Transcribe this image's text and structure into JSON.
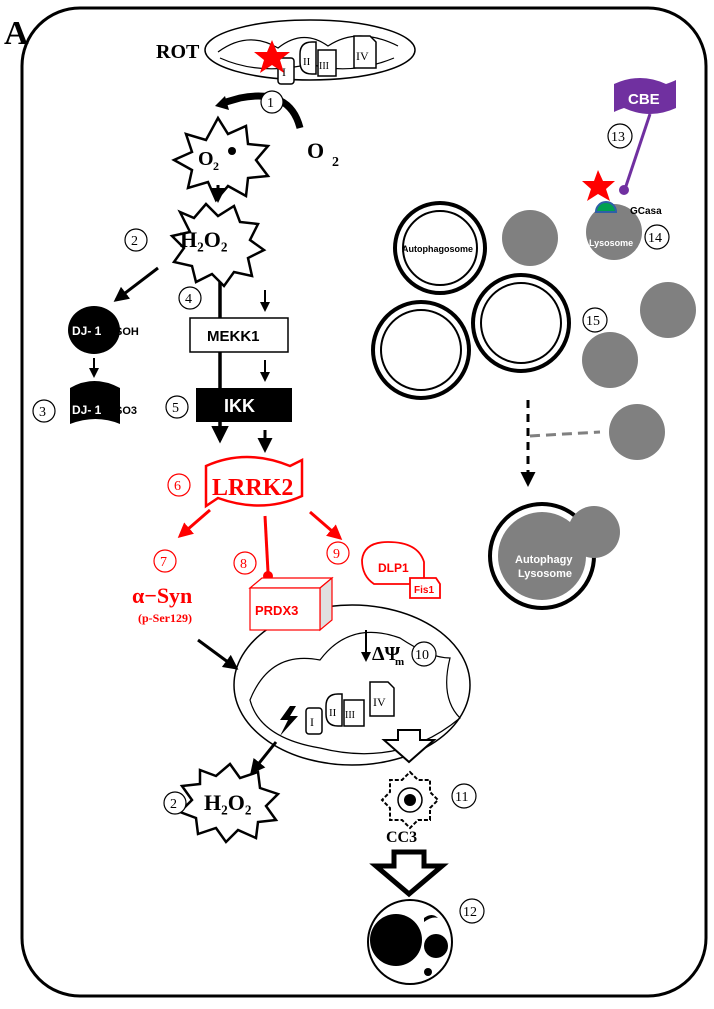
{
  "panel_letter": "A",
  "labels": {
    "rot": "ROT",
    "o2_left": "O",
    "o2_left_sub": "2",
    "o2": "O",
    "o2_sub": "2",
    "h2o2": "H₂O₂",
    "mekk1": "MEKK1",
    "ikk": "IKK",
    "lrrk2": "LRRK2",
    "dj1": "DJ- 1",
    "soh": "SOH",
    "so3": "SO3",
    "asyn": "α−Syn",
    "pser": "(p-Ser129)",
    "prdx3": "PRDX3",
    "dlp1": "DLP1",
    "fis1": "Fis1",
    "delta_psi": "ΔΨ",
    "delta_psi_sub": "m",
    "cc3": "CC3",
    "cbe": "CBE",
    "gcasa": "GCasa",
    "lysosome": "Lysosome",
    "autophagosome": "Autophagosome",
    "autophagy": "Autophagy",
    "autophagy_lysosome": "Lysosome",
    "complex_i": "I",
    "complex_ii": "II",
    "complex_iii": "III",
    "complex_iv": "IV"
  },
  "steps": [
    "1",
    "2",
    "3",
    "4",
    "5",
    "6",
    "7",
    "8",
    "9",
    "10",
    "11",
    "12",
    "13",
    "14",
    "15",
    "2"
  ],
  "colors": {
    "black": "#000000",
    "red": "#ff0000",
    "gray": "#808080",
    "purple": "#7030a0",
    "green": "#00a050",
    "blue_outline": "#2e5fa8"
  }
}
